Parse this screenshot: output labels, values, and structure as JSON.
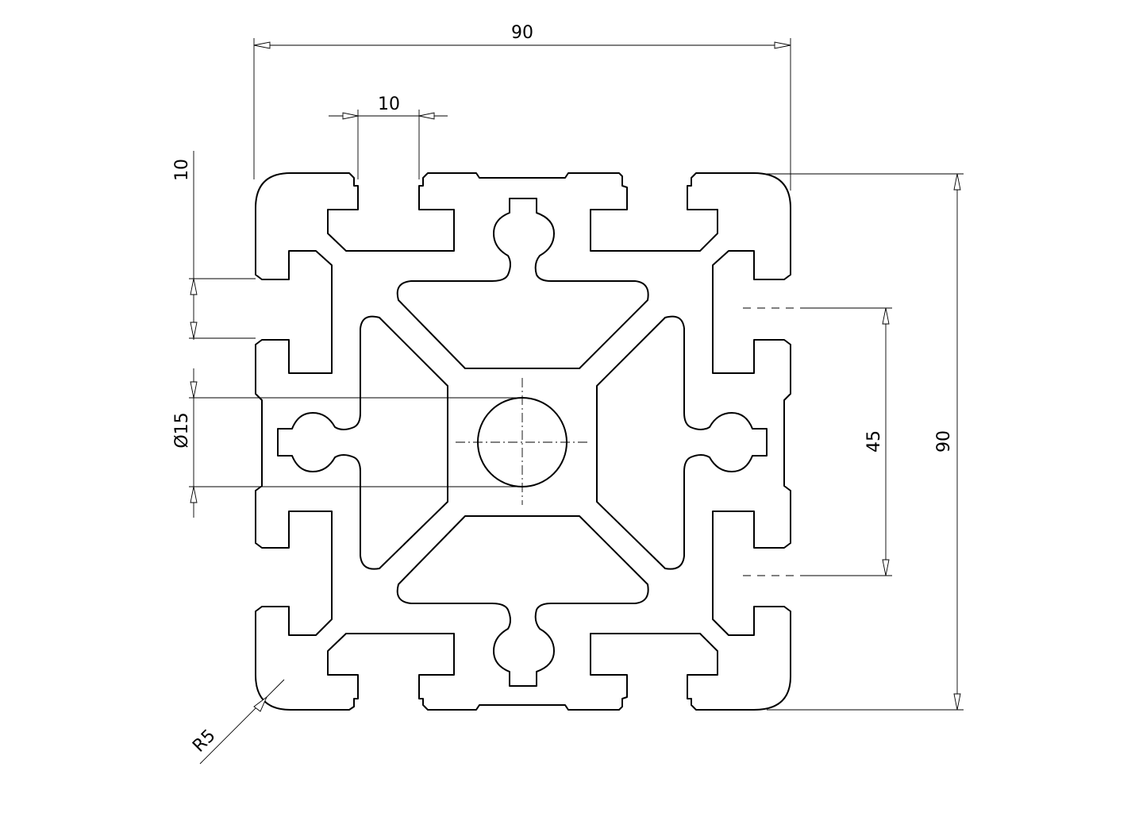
{
  "drawing": {
    "dimensions": {
      "overall_width": "90",
      "slot_width": "10",
      "overall_height": "90",
      "slot_spacing": "45",
      "slot_depth": "10",
      "center_bore": "Ø15",
      "corner_radius": "R5"
    }
  }
}
